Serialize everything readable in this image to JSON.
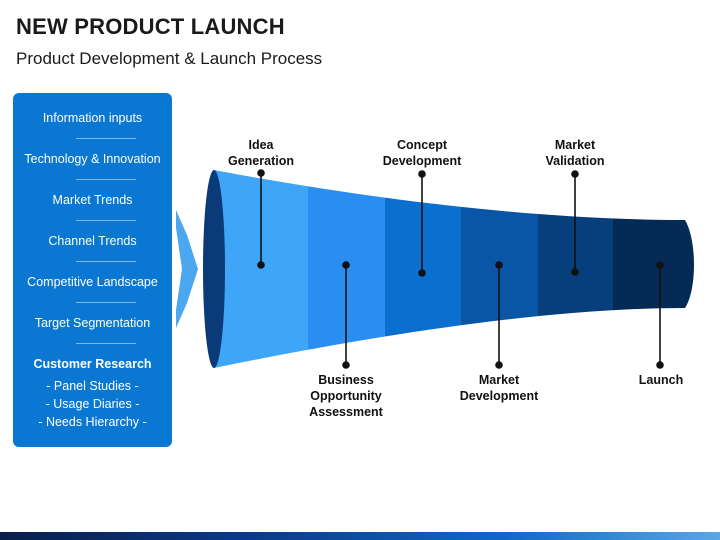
{
  "header": {
    "title": "NEW PRODUCT LAUNCH",
    "subtitle": "Product Development & Launch Process"
  },
  "inputs": {
    "items": [
      "Information inputs",
      "Technology & Innovation",
      "Market Trends",
      "Channel Trends",
      "Competitive Landscape",
      "Target Segmentation"
    ],
    "research_title": "Customer Research",
    "research_items": [
      "- Panel Studies -",
      "- Usage Diaries -",
      "- Needs Hierarchy -"
    ]
  },
  "stages": [
    {
      "label_line1": "Idea",
      "label_line2": "Generation",
      "label_line3": "",
      "position": "top"
    },
    {
      "label_line1": "Business",
      "label_line2": "Opportunity",
      "label_line3": "Assessment",
      "position": "bottom"
    },
    {
      "label_line1": "Concept",
      "label_line2": "Development",
      "label_line3": "",
      "position": "top"
    },
    {
      "label_line1": "Market",
      "label_line2": "Development",
      "label_line3": "",
      "position": "bottom"
    },
    {
      "label_line1": "Market",
      "label_line2": "Validation",
      "label_line3": "",
      "position": "top"
    },
    {
      "label_line1": "Launch",
      "label_line2": "",
      "label_line3": "",
      "position": "bottom"
    }
  ],
  "colors": {
    "panel": "#0a78d2",
    "segments": [
      "#3fa5f7",
      "#2a8df0",
      "#0a6fcf",
      "#0a56a6",
      "#073e7c",
      "#052a55"
    ],
    "mouth": "#0a3a78",
    "arrow": "#4aa7f0"
  }
}
